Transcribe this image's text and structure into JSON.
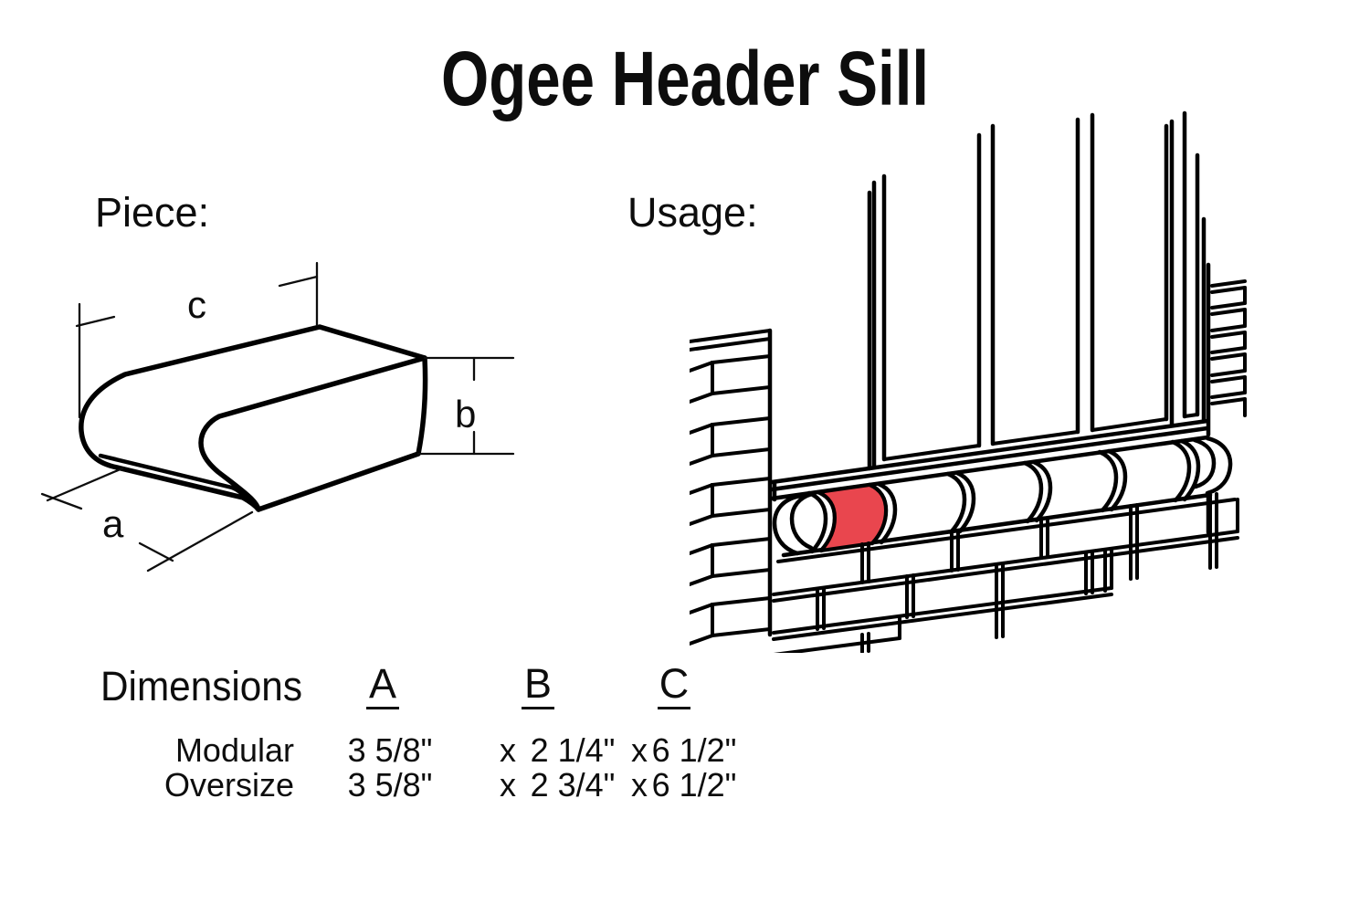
{
  "title": "Ogee Header Sill",
  "piece": {
    "label": "Piece:",
    "dim_a": "a",
    "dim_b": "b",
    "dim_c": "c"
  },
  "usage": {
    "label": "Usage:"
  },
  "table": {
    "title": "Dimensions",
    "columns": [
      "A",
      "B",
      "C"
    ],
    "rows": [
      {
        "name": "Modular",
        "a": "3 5/8\"",
        "x1": "x",
        "b": "2 1/4\"",
        "x2": "x",
        "c": "6 1/2\""
      },
      {
        "name": "Oversize",
        "a": "3 5/8\"",
        "x1": "x",
        "b": "2 3/4\"",
        "x2": "x",
        "c": "6 1/2\""
      }
    ]
  },
  "colors": {
    "highlight": "#E9464E",
    "line": "#000000",
    "background": "#FFFFFF"
  }
}
